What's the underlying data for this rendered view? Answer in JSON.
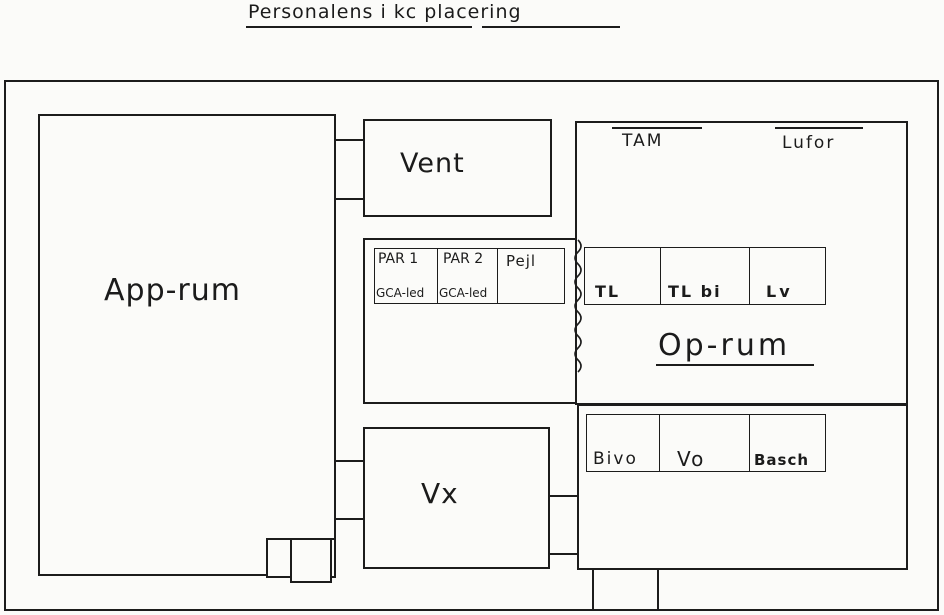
{
  "title": "Personalens i kc placering",
  "rooms": {
    "app_rum": "App-rum",
    "vent": "Vent",
    "vx": "Vx",
    "op_rum": "Op-rum"
  },
  "stations": {
    "par1": "PAR 1",
    "par1_sub": "GCA-led",
    "par2": "PAR 2",
    "par2_sub": "GCA-led",
    "pejl": "Pejl",
    "tam": "TAM",
    "lufor": "Lufor",
    "tl": "TL",
    "tl_bi": "TL bi",
    "lv": "Lv",
    "bivo": "Bivo",
    "vo": "Vo",
    "basch": "Basch"
  }
}
